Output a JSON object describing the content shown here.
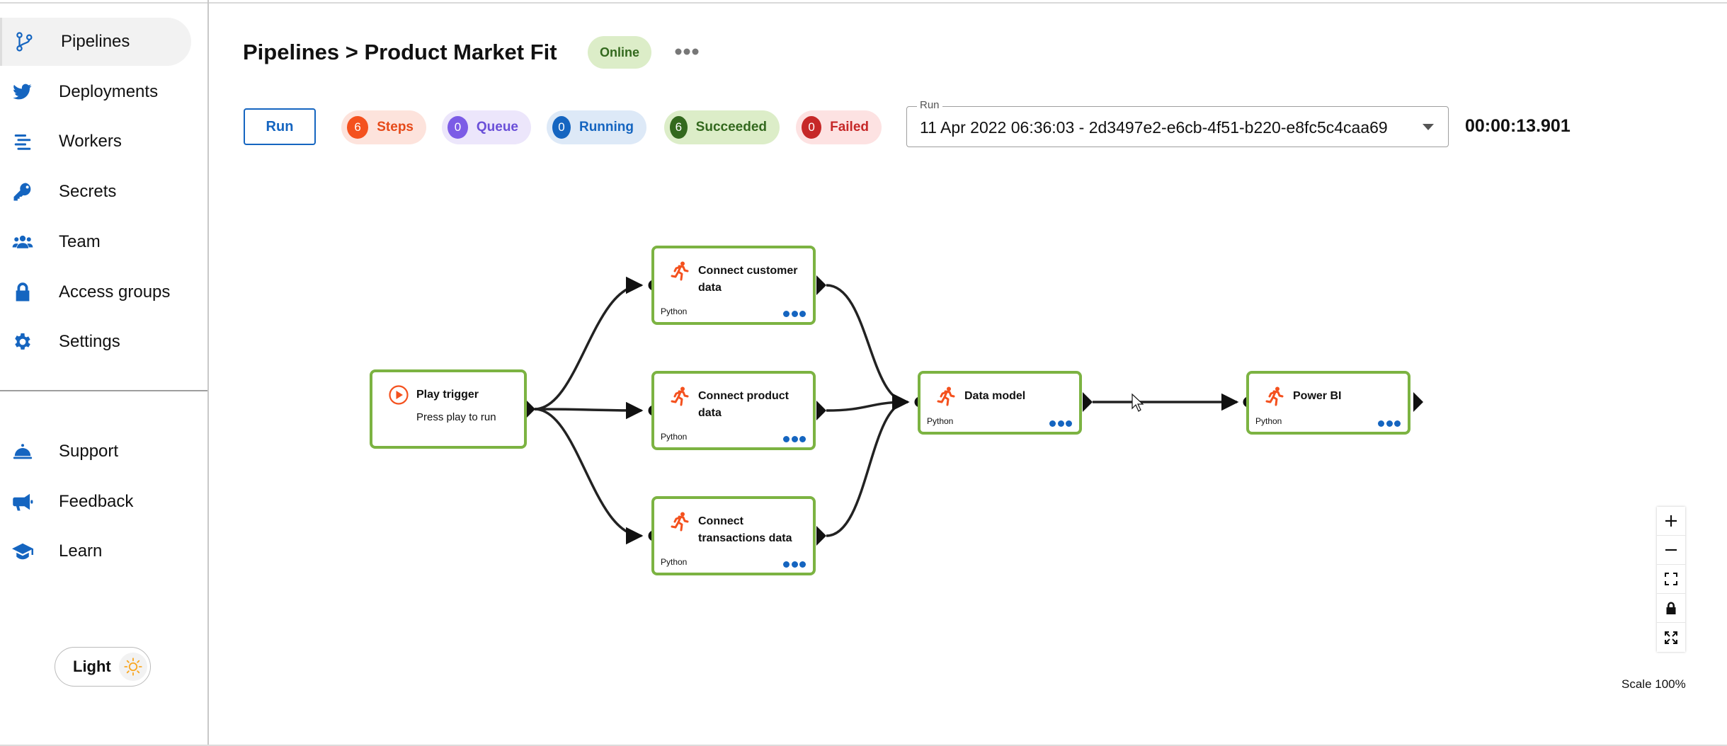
{
  "sidebar": {
    "items": [
      {
        "label": "Pipelines",
        "icon": "pipeline-branch-icon"
      },
      {
        "label": "Deployments",
        "icon": "bird-icon"
      },
      {
        "label": "Workers",
        "icon": "list-lines-icon"
      },
      {
        "label": "Secrets",
        "icon": "key-icon"
      },
      {
        "label": "Team",
        "icon": "users-icon"
      },
      {
        "label": "Access groups",
        "icon": "lock-icon"
      },
      {
        "label": "Settings",
        "icon": "gear-icon"
      }
    ],
    "bottom_items": [
      {
        "label": "Support",
        "icon": "bell-icon"
      },
      {
        "label": "Feedback",
        "icon": "megaphone-icon"
      },
      {
        "label": "Learn",
        "icon": "graduation-cap-icon"
      }
    ],
    "theme_label": "Light"
  },
  "header": {
    "title": "Pipelines > Product Market Fit",
    "status": "Online",
    "run_button": "Run",
    "chips": [
      {
        "count": "6",
        "label": "Steps",
        "color": "#f4511e",
        "bg": "#fde3dc",
        "text": "#e64a19"
      },
      {
        "count": "0",
        "label": "Queue",
        "color": "#7c5ce6",
        "bg": "#ece6fb",
        "text": "#6a4fd8"
      },
      {
        "count": "0",
        "label": "Running",
        "color": "#1565c0",
        "bg": "#dde9f7",
        "text": "#1565c0"
      },
      {
        "count": "6",
        "label": "Succeeded",
        "color": "#33691e",
        "bg": "#dcedc8",
        "text": "#33691e"
      },
      {
        "count": "0",
        "label": "Failed",
        "color": "#c62828",
        "bg": "#fde2e2",
        "text": "#c62828"
      }
    ],
    "run_select": {
      "legend": "Run",
      "value": "11 Apr 2022 06:36:03 - 2d3497e2-e6cb-4f51-b220-e8fc5c4caa69"
    },
    "duration": "00:00:13.901"
  },
  "pipeline": {
    "nodes": [
      {
        "id": "trigger",
        "title": "Play trigger",
        "subtitle": "Press play to run",
        "lang": "",
        "kind": "trigger"
      },
      {
        "id": "customer",
        "title": "Connect customer data",
        "subtitle": "",
        "lang": "Python",
        "kind": "step"
      },
      {
        "id": "product",
        "title": "Connect product data",
        "subtitle": "",
        "lang": "Python",
        "kind": "step"
      },
      {
        "id": "transactions",
        "title": "Connect transactions data",
        "subtitle": "",
        "lang": "Python",
        "kind": "step"
      },
      {
        "id": "datamodel",
        "title": "Data model",
        "subtitle": "",
        "lang": "Python",
        "kind": "step"
      },
      {
        "id": "powerbi",
        "title": "Power BI",
        "subtitle": "",
        "lang": "Python",
        "kind": "step"
      }
    ],
    "node_border_color": "#7cb342",
    "step_icon_color": "#f4511e"
  },
  "canvas": {
    "scale_text": "Scale 100%",
    "zoom_controls": [
      {
        "name": "zoom-in-button",
        "icon": "plus-icon"
      },
      {
        "name": "zoom-out-button",
        "icon": "minus-icon"
      },
      {
        "name": "fit-view-button",
        "icon": "fit-screen-icon"
      },
      {
        "name": "lock-view-button",
        "icon": "lock-icon"
      },
      {
        "name": "fullscreen-button",
        "icon": "expand-icon"
      }
    ]
  },
  "colors": {
    "accent": "#1565c0",
    "online": "#33691e"
  }
}
